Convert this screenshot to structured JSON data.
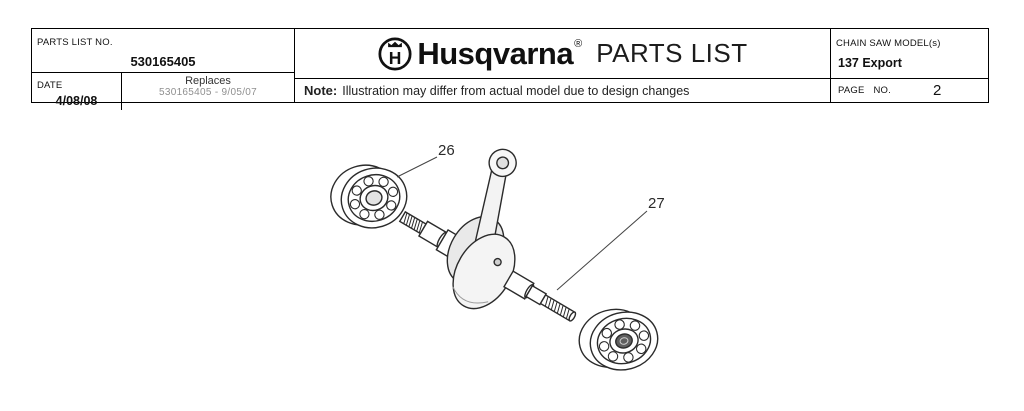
{
  "header": {
    "parts_list_no": {
      "label": "PARTS LIST NO.",
      "value": "530165405"
    },
    "date": {
      "label": "DATE",
      "value": "4/08/08"
    },
    "replaces": {
      "label": "Replaces",
      "value": "530165405 - 9/05/07"
    },
    "brand": {
      "name": "Husqvarna",
      "registered": "®",
      "title": "PARTS LIST"
    },
    "note": {
      "label": "Note:",
      "text": "Illustration may differ from actual model due to design changes"
    },
    "model": {
      "label": "CHAIN SAW MODEL(s)",
      "value": "137 Export"
    },
    "page": {
      "label": "PAGE",
      "no_label": "NO.",
      "value": "2"
    }
  },
  "diagram": {
    "callouts": [
      {
        "id": "26"
      },
      {
        "id": "27"
      }
    ]
  },
  "colors": {
    "ink": "#2b2b2b",
    "muted_gray": "#8f8f8f"
  }
}
